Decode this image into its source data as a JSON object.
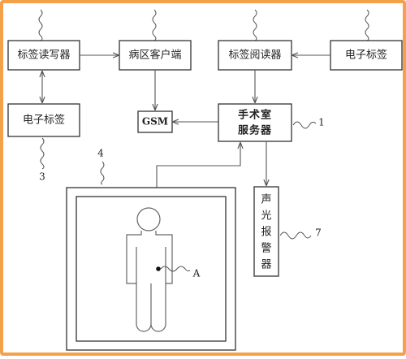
{
  "boxes": {
    "tag_reader_writer": "标签读写器",
    "ward_client": "病区客户端",
    "tag_reader": "标签阅读器",
    "etag_top": "电子标签",
    "etag_left": "电子标签",
    "gsm": "GSM",
    "server_line1": "手术室",
    "server_line2": "服务器",
    "alarm": [
      "声",
      "光",
      "报",
      "警",
      "器"
    ]
  },
  "callouts": {
    "one": "1",
    "three": "3",
    "four": "4",
    "seven": "7",
    "a": "A"
  }
}
